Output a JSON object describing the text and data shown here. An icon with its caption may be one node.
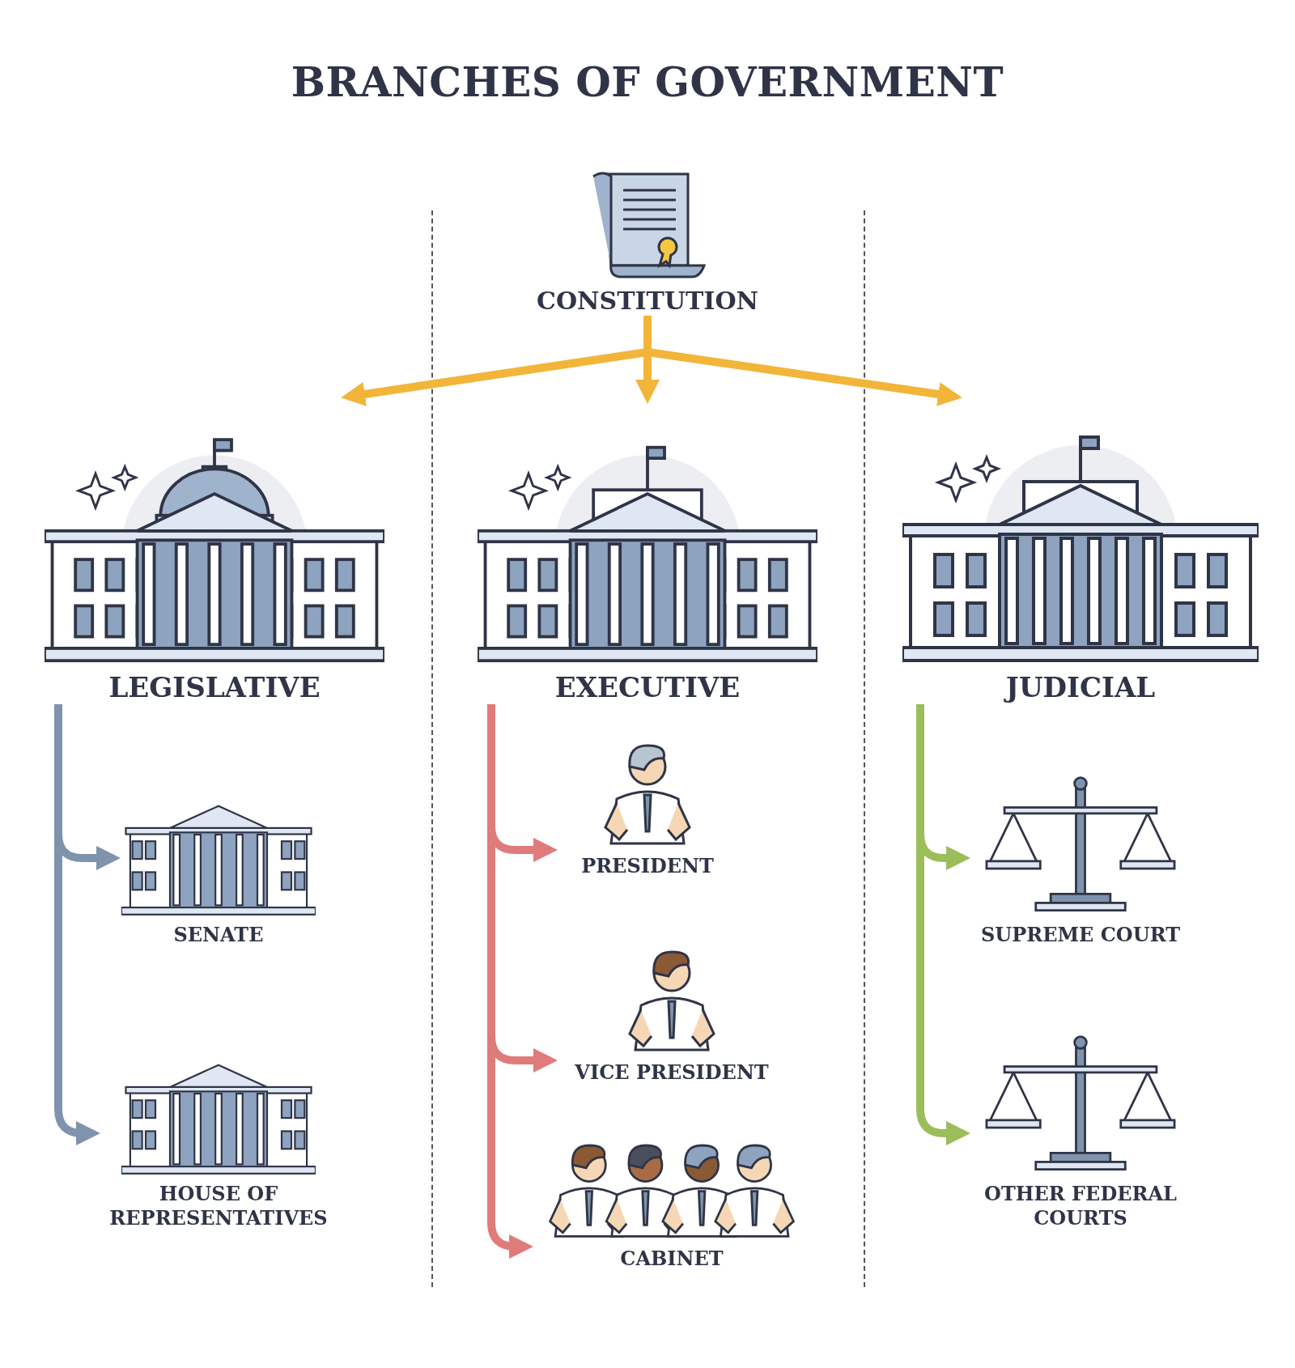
{
  "diagram": {
    "title": "BRANCHES OF GOVERNMENT",
    "nodes": [
      {
        "text": [
          "CONSTITUTION"
        ]
      },
      {
        "text": [
          "LEGISLATIVE"
        ]
      },
      {
        "text": [
          "EXECUTIVE"
        ]
      },
      {
        "text": [
          "JUDICIAL"
        ]
      },
      {
        "text": [
          "SENATE"
        ]
      },
      {
        "text": [
          "HOUSE OF REPRESENTATIVES"
        ]
      },
      {
        "text": [
          "PRESIDENT"
        ]
      },
      {
        "text": [
          "VICE PRESIDENT"
        ]
      },
      {
        "text": [
          "CABINET"
        ]
      },
      {
        "text": [
          "SUPREME COURT"
        ]
      },
      {
        "text": [
          "OTHER FEDERAL COURTS"
        ]
      }
    ],
    "edges": [
      {
        "from": 0,
        "to": 1,
        "arrow": "to",
        "color": "#f2b53a"
      },
      {
        "from": 0,
        "to": 2,
        "arrow": "to",
        "color": "#f2b53a"
      },
      {
        "from": 0,
        "to": 3,
        "arrow": "to",
        "color": "#f2b53a"
      },
      {
        "from": 1,
        "to": 4,
        "arrow": "to",
        "color": "#7f93ad"
      },
      {
        "from": 1,
        "to": 5,
        "arrow": "to",
        "color": "#7f93ad"
      },
      {
        "from": 2,
        "to": 6,
        "arrow": "to",
        "color": "#e07b7b"
      },
      {
        "from": 2,
        "to": 7,
        "arrow": "to",
        "color": "#e07b7b"
      },
      {
        "from": 2,
        "to": 8,
        "arrow": "to",
        "color": "#e07b7b"
      },
      {
        "from": 3,
        "to": 9,
        "arrow": "to",
        "color": "#9bbd5a"
      },
      {
        "from": 3,
        "to": 10,
        "arrow": "to",
        "color": "#9bbd5a"
      }
    ]
  }
}
